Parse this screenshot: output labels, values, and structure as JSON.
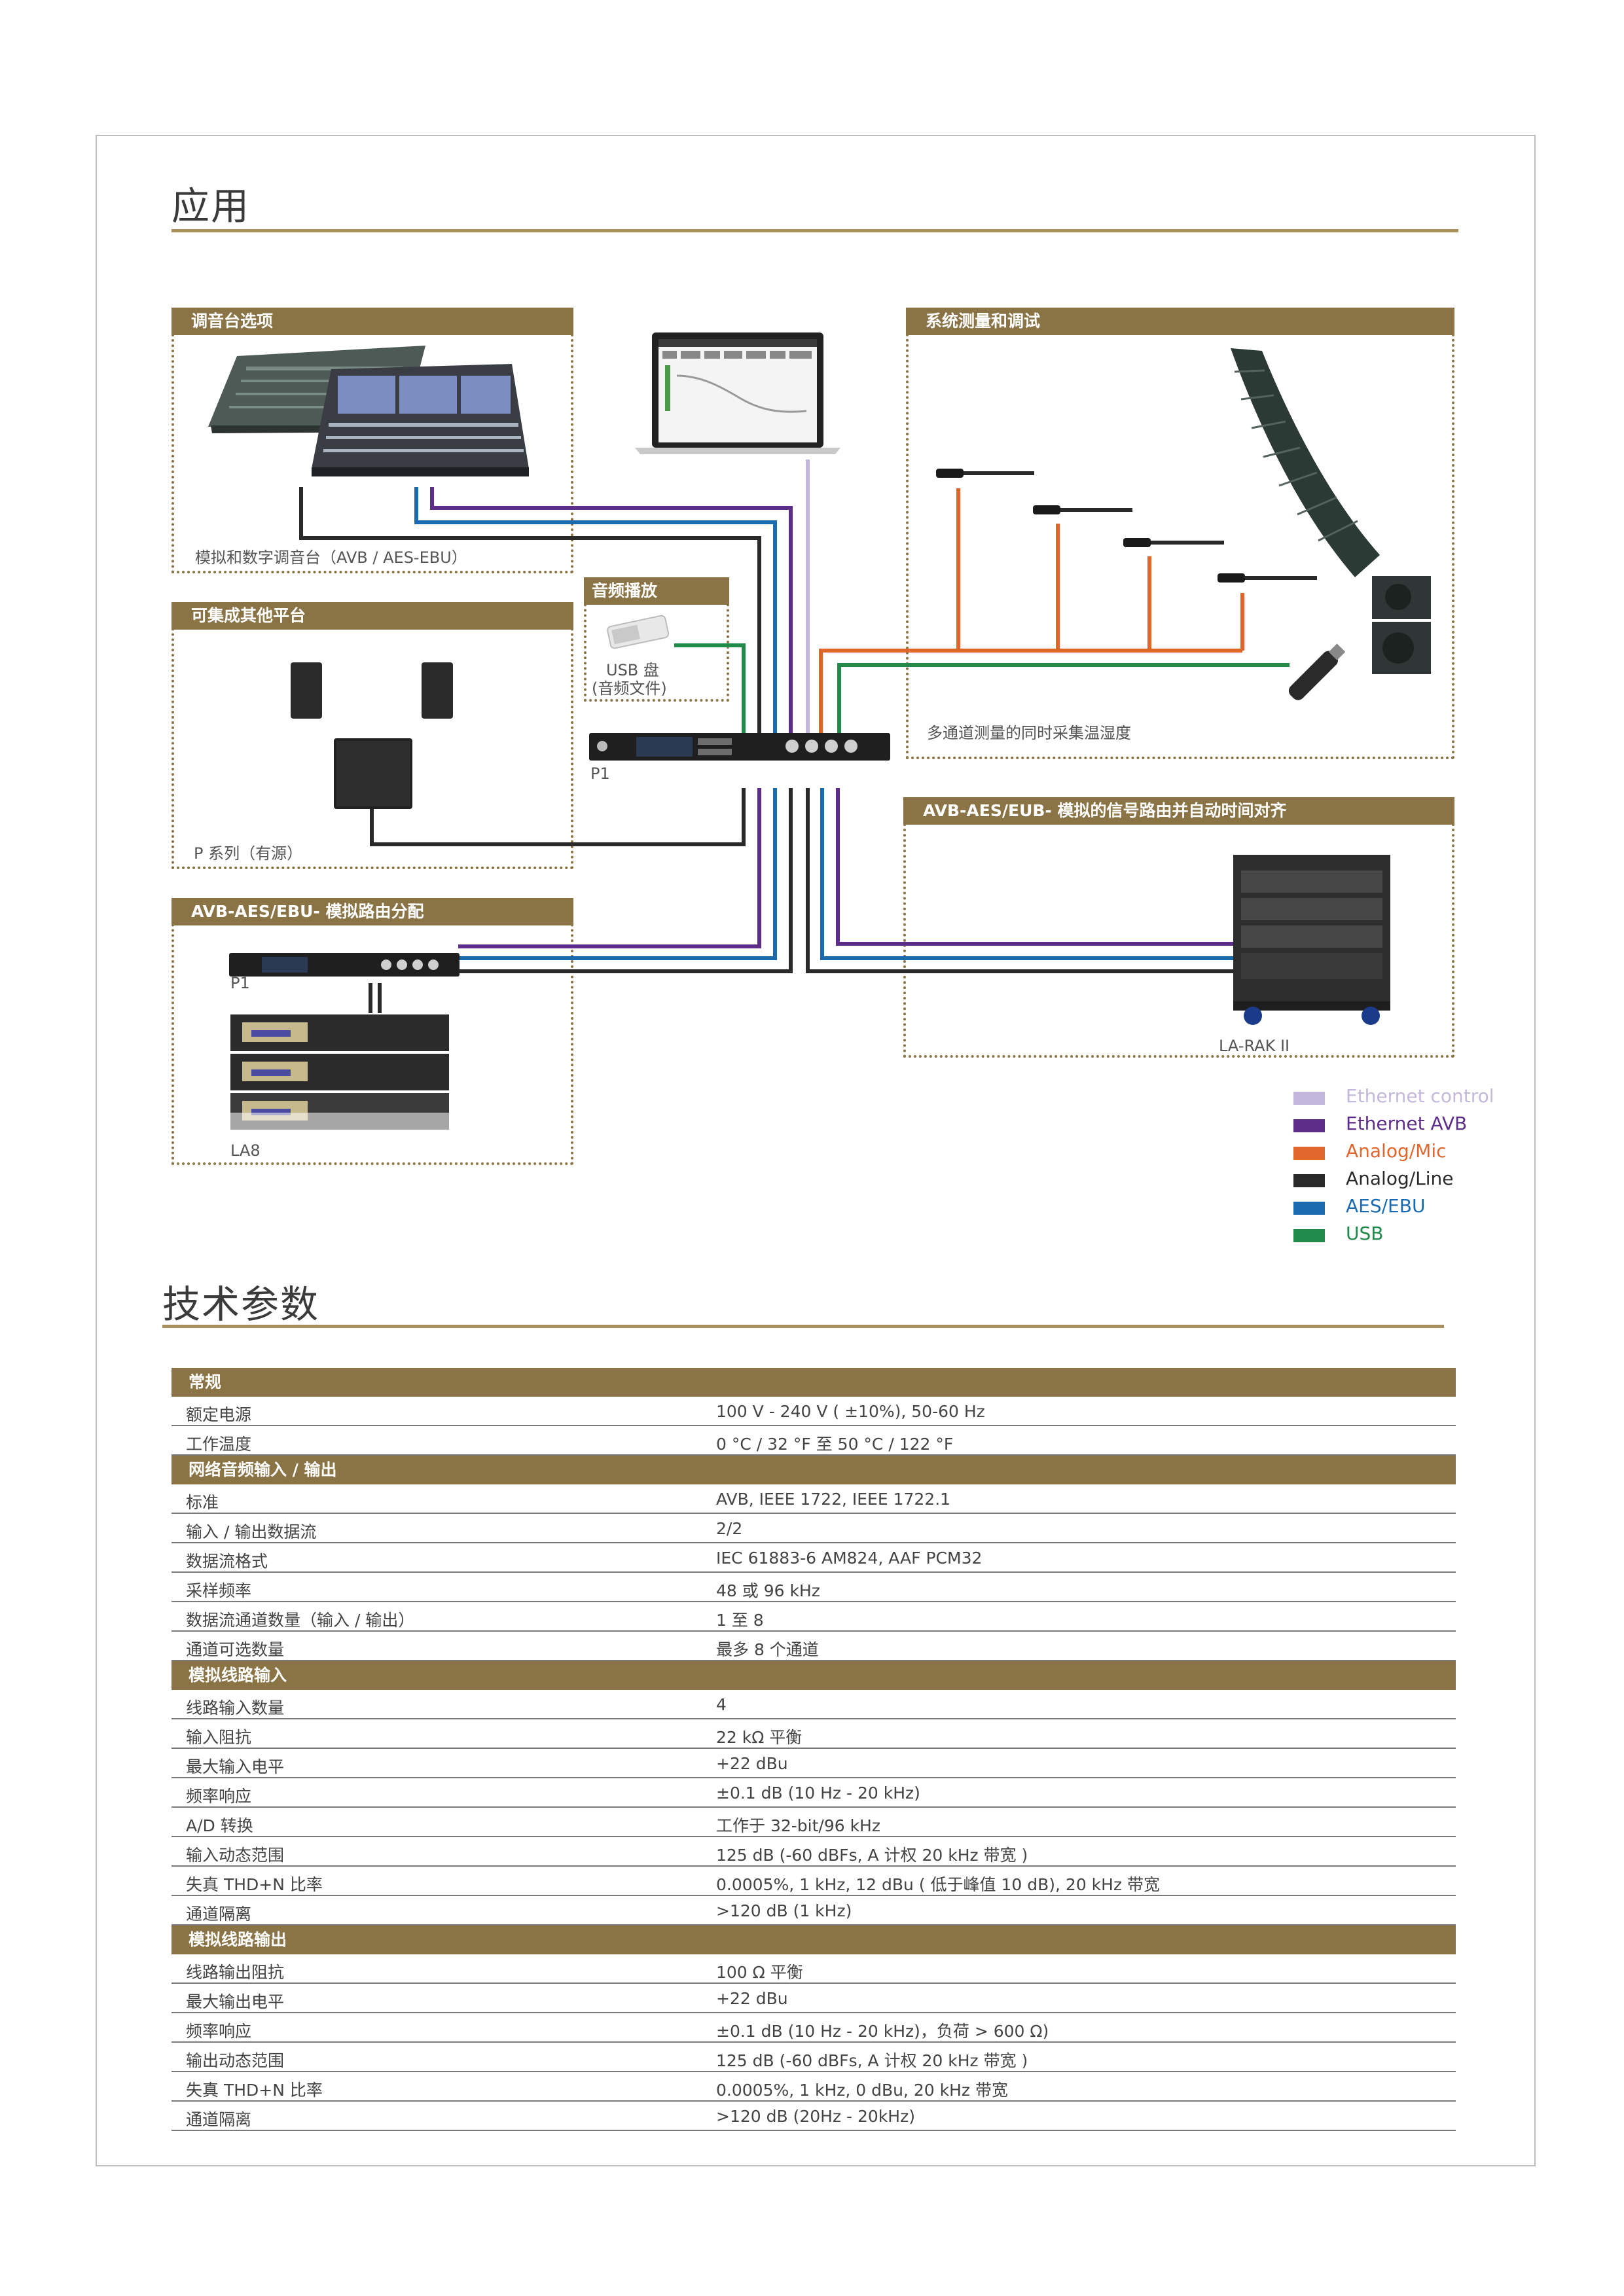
{
  "applications": {
    "title": "应用",
    "boxes": {
      "console": {
        "header": "调音台选项",
        "caption": "模拟和数字调音台（AVB / AES-EBU）"
      },
      "integration": {
        "header": "可集成其他平台",
        "caption": "P 系列（有源）"
      },
      "routing": {
        "header": "AVB-AES/EBU- 模拟路由分配",
        "p1_label": "P1",
        "la8_label": "LA8"
      },
      "measurement": {
        "header": "系统测量和调试",
        "caption": "多通道测量的同时采集温湿度"
      },
      "alignment": {
        "header": "AVB-AES/EUB- 模拟的信号路由并自动时间对齐",
        "rak_label": "LA-RAK II"
      },
      "playback": {
        "header": "音频播放",
        "caption_line1": "USB 盘",
        "caption_line2": "(音频文件)"
      }
    },
    "p1_center_label": "P1",
    "legend": [
      {
        "label": "Ethernet control",
        "color": "#c3b8dc"
      },
      {
        "label": "Ethernet AVB",
        "color": "#5d2d8a"
      },
      {
        "label": "Analog/Mic",
        "color": "#e0662b"
      },
      {
        "label": "Analog/Line",
        "color": "#2a2a2a"
      },
      {
        "label": "AES/EBU",
        "color": "#1a6ab0"
      },
      {
        "label": "USB",
        "color": "#1f8a4a"
      }
    ]
  },
  "specs": {
    "title": "技术参数",
    "sections": [
      {
        "header": "常规",
        "rows": [
          {
            "k": "额定电源",
            "v": "100 V - 240 V ( ±10%), 50-60 Hz"
          },
          {
            "k": "工作温度",
            "v": "0 °C / 32 °F 至 50 °C / 122 °F"
          }
        ]
      },
      {
        "header": "网络音频输入 / 输出",
        "rows": [
          {
            "k": "标准",
            "v": "AVB, IEEE 1722, IEEE 1722.1"
          },
          {
            "k": "输入 / 输出数据流",
            "v": "2/2"
          },
          {
            "k": "数据流格式",
            "v": "IEC 61883-6 AM824, AAF PCM32"
          },
          {
            "k": "采样频率",
            "v": "48 或 96 kHz"
          },
          {
            "k": "数据流通道数量（输入 / 输出）",
            "v": "1 至 8"
          },
          {
            "k": "通道可选数量",
            "v": "最多 8 个通道"
          }
        ]
      },
      {
        "header": "模拟线路输入",
        "rows": [
          {
            "k": "线路输入数量",
            "v": "4"
          },
          {
            "k": "输入阻抗",
            "v": "22 kΩ 平衡"
          },
          {
            "k": "最大输入电平",
            "v": "+22 dBu"
          },
          {
            "k": "频率响应",
            "v": "±0.1 dB (10 Hz - 20 kHz)"
          },
          {
            "k": "A/D 转换",
            "v": "工作于 32-bit/96 kHz"
          },
          {
            "k": "输入动态范围",
            "v": "125 dB (-60 dBFs, A 计权 20 kHz 带宽 )"
          },
          {
            "k": "失真 THD+N 比率",
            "v": "0.0005%, 1 kHz, 12 dBu ( 低于峰值 10 dB), 20 kHz 带宽"
          },
          {
            "k": "通道隔离",
            "v": ">120 dB (1 kHz)"
          }
        ]
      },
      {
        "header": "模拟线路输出",
        "rows": [
          {
            "k": "线路输出阻抗",
            "v": "100 Ω 平衡"
          },
          {
            "k": "最大输出电平",
            "v": "+22 dBu"
          },
          {
            "k": "频率响应",
            "v": "±0.1 dB (10 Hz - 20 kHz)，负荷 > 600 Ω)"
          },
          {
            "k": "输出动态范围",
            "v": "125 dB (-60 dBFs, A 计权 20 kHz 带宽 )"
          },
          {
            "k": "失真 THD+N 比率",
            "v": "0.0005%, 1 kHz, 0 dBu, 20 kHz 带宽"
          },
          {
            "k": "通道隔离",
            "v": ">120 dB (20Hz - 20kHz)"
          }
        ]
      }
    ]
  }
}
